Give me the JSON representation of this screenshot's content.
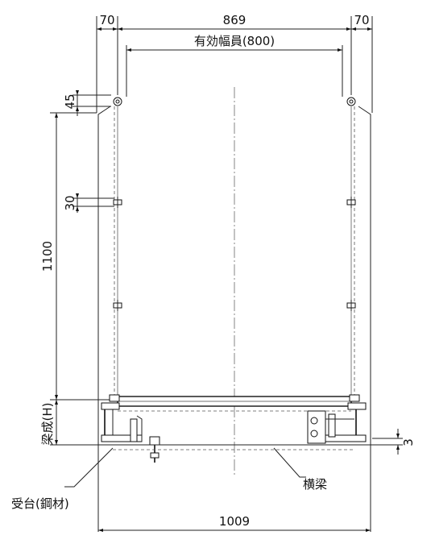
{
  "dimensions": {
    "left_margin": "70",
    "span": "869",
    "right_margin": "70",
    "effective_width": "有効幅員(800)",
    "top_spacing": "45",
    "mid_spacing": "30",
    "height": "1100",
    "beam_depth": "梁成(H)",
    "offset": "3",
    "total_width": "1009"
  },
  "labels": {
    "cross_beam": "横梁",
    "support": "受台(鋼材)"
  }
}
